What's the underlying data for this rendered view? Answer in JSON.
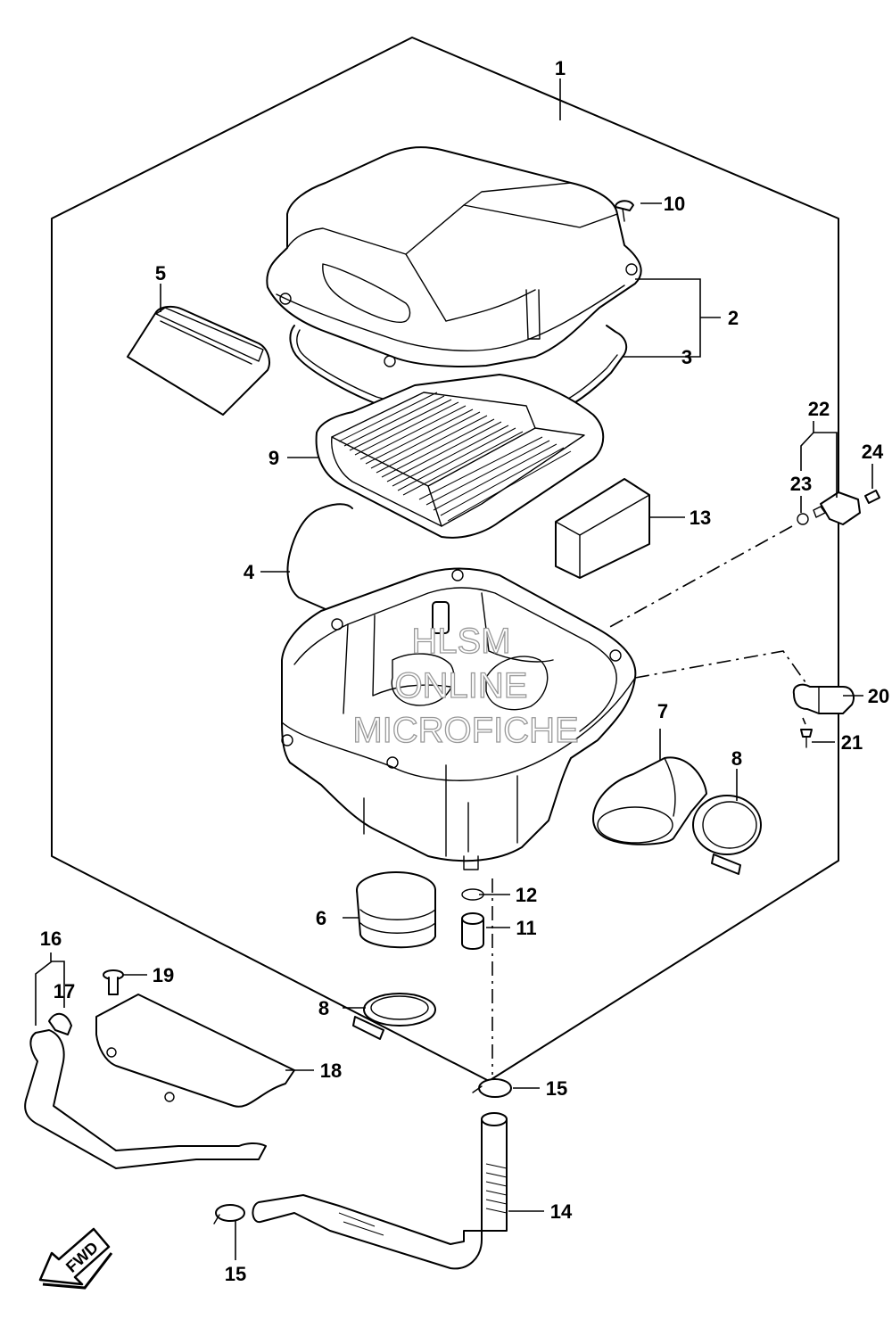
{
  "callouts": [
    {
      "id": "1",
      "label": "1"
    },
    {
      "id": "2",
      "label": "2"
    },
    {
      "id": "3",
      "label": "3"
    },
    {
      "id": "4",
      "label": "4"
    },
    {
      "id": "5",
      "label": "5"
    },
    {
      "id": "6",
      "label": "6"
    },
    {
      "id": "7",
      "label": "7"
    },
    {
      "id": "8a",
      "label": "8"
    },
    {
      "id": "8b",
      "label": "8"
    },
    {
      "id": "9",
      "label": "9"
    },
    {
      "id": "10",
      "label": "10"
    },
    {
      "id": "11",
      "label": "11"
    },
    {
      "id": "12",
      "label": "12"
    },
    {
      "id": "13",
      "label": "13"
    },
    {
      "id": "14",
      "label": "14"
    },
    {
      "id": "15a",
      "label": "15"
    },
    {
      "id": "15b",
      "label": "15"
    },
    {
      "id": "16",
      "label": "16"
    },
    {
      "id": "17",
      "label": "17"
    },
    {
      "id": "18",
      "label": "18"
    },
    {
      "id": "19",
      "label": "19"
    },
    {
      "id": "20",
      "label": "20"
    },
    {
      "id": "21",
      "label": "21"
    },
    {
      "id": "22",
      "label": "22"
    },
    {
      "id": "23",
      "label": "23"
    },
    {
      "id": "24",
      "label": "24"
    }
  ],
  "watermark": {
    "line1": "HLSM",
    "line2": "ONLINE",
    "line3": "MICROFICHE"
  },
  "fwd_marker": {
    "label": "FWD"
  }
}
